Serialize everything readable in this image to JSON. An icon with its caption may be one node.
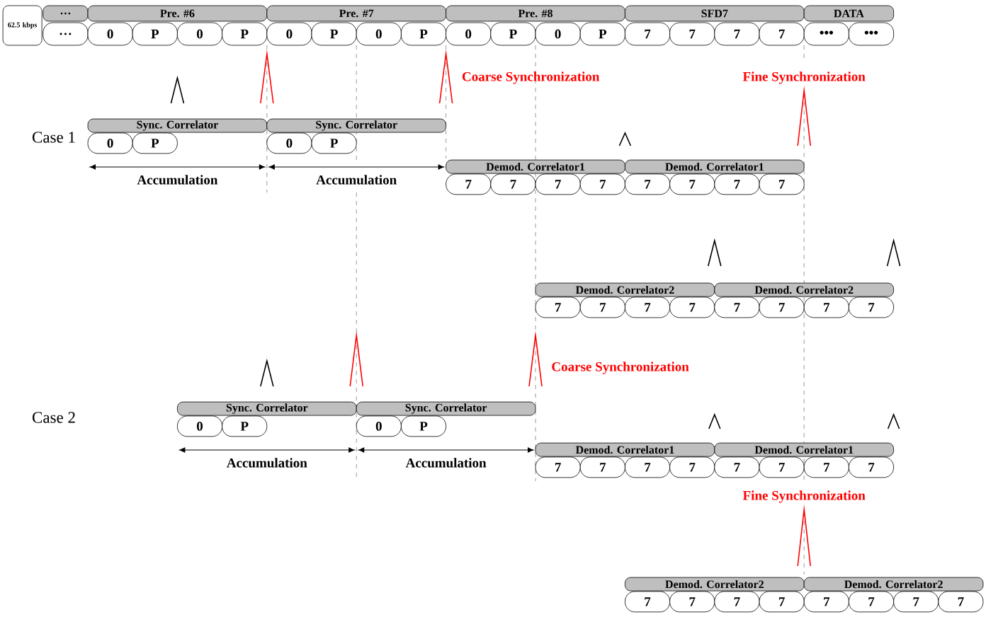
{
  "diagram": {
    "nodes": [
      {
        "text": [
          "62.5 kbps"
        ]
      },
      {
        "text": [
          "…"
        ]
      },
      {
        "text": [
          "Pre. #6"
        ]
      },
      {
        "text": [
          "Pre. #7"
        ]
      },
      {
        "text": [
          "Pre. #8"
        ]
      },
      {
        "text": [
          "SFD7"
        ]
      },
      {
        "text": [
          "DATA"
        ]
      },
      {
        "text": [
          "…"
        ]
      },
      {
        "text": [
          "0"
        ]
      },
      {
        "text": [
          "P"
        ]
      },
      {
        "text": [
          "0"
        ]
      },
      {
        "text": [
          "P"
        ]
      },
      {
        "text": [
          "0"
        ]
      },
      {
        "text": [
          "P"
        ]
      },
      {
        "text": [
          "0"
        ]
      },
      {
        "text": [
          "P"
        ]
      },
      {
        "text": [
          "0"
        ]
      },
      {
        "text": [
          "P"
        ]
      },
      {
        "text": [
          "0"
        ]
      },
      {
        "text": [
          "P"
        ]
      },
      {
        "text": [
          "7"
        ]
      },
      {
        "text": [
          "7"
        ]
      },
      {
        "text": [
          "7"
        ]
      },
      {
        "text": [
          "7"
        ]
      },
      {
        "text": [
          "•••"
        ]
      },
      {
        "text": [
          "•••"
        ]
      },
      {
        "text": [
          "Sync. Correlator"
        ]
      },
      {
        "text": [
          "Sync. Correlator"
        ]
      },
      {
        "text": [
          "0"
        ]
      },
      {
        "text": [
          "P"
        ]
      },
      {
        "text": [
          "0"
        ]
      },
      {
        "text": [
          "P"
        ]
      },
      {
        "text": [
          "Demod. Correlator1"
        ]
      },
      {
        "text": [
          "Demod. Correlator1"
        ]
      },
      {
        "text": [
          "7"
        ]
      },
      {
        "text": [
          "7"
        ]
      },
      {
        "text": [
          "7"
        ]
      },
      {
        "text": [
          "7"
        ]
      },
      {
        "text": [
          "7"
        ]
      },
      {
        "text": [
          "7"
        ]
      },
      {
        "text": [
          "7"
        ]
      },
      {
        "text": [
          "7"
        ]
      },
      {
        "text": [
          "Demod. Correlator2"
        ]
      },
      {
        "text": [
          "Demod. Correlator2"
        ]
      },
      {
        "text": [
          "7"
        ]
      },
      {
        "text": [
          "7"
        ]
      },
      {
        "text": [
          "7"
        ]
      },
      {
        "text": [
          "7"
        ]
      },
      {
        "text": [
          "7"
        ]
      },
      {
        "text": [
          "7"
        ]
      },
      {
        "text": [
          "7"
        ]
      },
      {
        "text": [
          "7"
        ]
      },
      {
        "text": [
          "Sync. Correlator"
        ]
      },
      {
        "text": [
          "Sync. Correlator"
        ]
      },
      {
        "text": [
          "0"
        ]
      },
      {
        "text": [
          "P"
        ]
      },
      {
        "text": [
          "0"
        ]
      },
      {
        "text": [
          "P"
        ]
      },
      {
        "text": [
          "Demod. Correlator1"
        ]
      },
      {
        "text": [
          "Demod. Correlator1"
        ]
      },
      {
        "text": [
          "7"
        ]
      },
      {
        "text": [
          "7"
        ]
      },
      {
        "text": [
          "7"
        ]
      },
      {
        "text": [
          "7"
        ]
      },
      {
        "text": [
          "7"
        ]
      },
      {
        "text": [
          "7"
        ]
      },
      {
        "text": [
          "7"
        ]
      },
      {
        "text": [
          "7"
        ]
      },
      {
        "text": [
          "Demod. Correlator2"
        ]
      },
      {
        "text": [
          "Demod. Correlator2"
        ]
      },
      {
        "text": [
          "7"
        ]
      },
      {
        "text": [
          "7"
        ]
      },
      {
        "text": [
          "7"
        ]
      },
      {
        "text": [
          "7"
        ]
      },
      {
        "text": [
          "7"
        ]
      },
      {
        "text": [
          "7"
        ]
      },
      {
        "text": [
          "7"
        ]
      },
      {
        "text": [
          "7"
        ]
      }
    ],
    "labels": [
      "Coarse Synchronization",
      "Fine Synchronization",
      "Case 1",
      "Accumulation",
      "Accumulation",
      "Coarse Synchronization",
      "Case 2",
      "Accumulation",
      "Accumulation",
      "Fine Synchronization"
    ]
  }
}
